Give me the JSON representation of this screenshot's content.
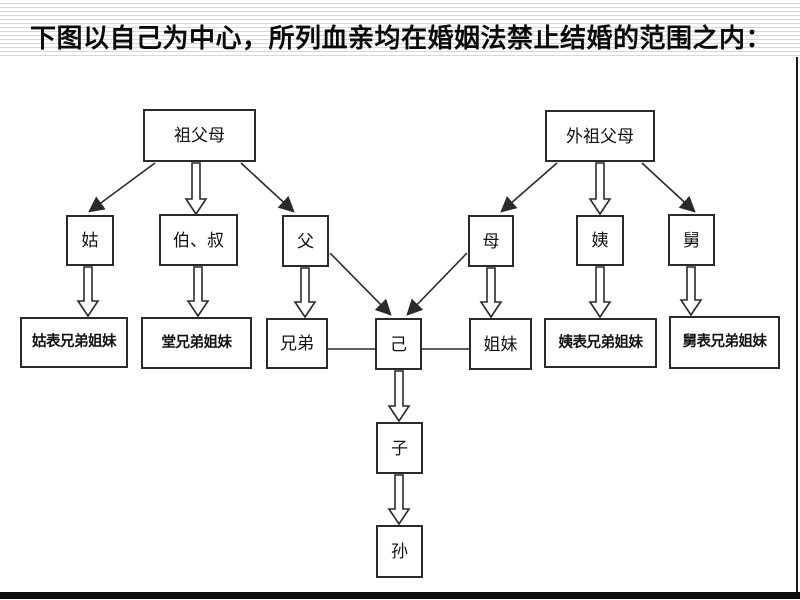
{
  "slide": {
    "title": "下图以自己为中心，所列血亲均在婚姻法禁止结婚的范围之内："
  },
  "diagram": {
    "nodes": {
      "zufumu": {
        "label": "祖父母"
      },
      "waizufumu": {
        "label": "外祖父母"
      },
      "gu": {
        "label": "姑"
      },
      "boshu": {
        "label": "伯、叔"
      },
      "fu": {
        "label": "父"
      },
      "mu": {
        "label": "母"
      },
      "yi": {
        "label": "姨"
      },
      "jiu": {
        "label": "舅"
      },
      "gubiao": {
        "label": "姑表兄弟姐妹"
      },
      "tang": {
        "label": "堂兄弟姐妹"
      },
      "xiongdi": {
        "label": "兄弟"
      },
      "ji": {
        "label": "己"
      },
      "jiemei": {
        "label": "姐妹"
      },
      "yibiao": {
        "label": "姨表兄弟姐妹"
      },
      "jiubiao": {
        "label": "舅表兄弟姐妹"
      },
      "zi": {
        "label": "子"
      },
      "sun": {
        "label": "孙"
      }
    },
    "edges": [
      {
        "from": "祖父母",
        "to": "姑",
        "style": "thin-arrow"
      },
      {
        "from": "祖父母",
        "to": "伯、叔",
        "style": "hollow-arrow"
      },
      {
        "from": "祖父母",
        "to": "父",
        "style": "thin-arrow"
      },
      {
        "from": "外祖父母",
        "to": "母",
        "style": "thin-arrow"
      },
      {
        "from": "外祖父母",
        "to": "姨",
        "style": "hollow-arrow"
      },
      {
        "from": "外祖父母",
        "to": "舅",
        "style": "thin-arrow"
      },
      {
        "from": "姑",
        "to": "姑表兄弟姐妹",
        "style": "hollow-arrow"
      },
      {
        "from": "伯、叔",
        "to": "堂兄弟姐妹",
        "style": "hollow-arrow"
      },
      {
        "from": "父",
        "to": "兄弟",
        "style": "hollow-arrow"
      },
      {
        "from": "父",
        "to": "己",
        "style": "thin-arrow"
      },
      {
        "from": "母",
        "to": "己",
        "style": "thin-arrow"
      },
      {
        "from": "母",
        "to": "姐妹",
        "style": "hollow-arrow"
      },
      {
        "from": "姨",
        "to": "姨表兄弟姐妹",
        "style": "hollow-arrow"
      },
      {
        "from": "舅",
        "to": "舅表兄弟姐妹",
        "style": "hollow-arrow"
      },
      {
        "from": "兄弟",
        "to": "己",
        "style": "plain-line"
      },
      {
        "from": "己",
        "to": "姐妹",
        "style": "plain-line"
      },
      {
        "from": "己",
        "to": "子",
        "style": "hollow-arrow"
      },
      {
        "from": "子",
        "to": "孙",
        "style": "hollow-arrow"
      }
    ],
    "colors": {
      "line": "#2a2a2a",
      "box_background": "#ffffff",
      "stripe": "#d8d8d8",
      "bottom_bar": "#0d0d0d"
    }
  }
}
